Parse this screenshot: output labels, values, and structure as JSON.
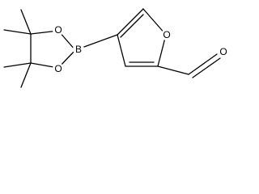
{
  "molecule": {
    "atoms": {
      "boron": "B",
      "ring_oxygen_upper": "O",
      "ring_oxygen_lower": "O",
      "furan_oxygen": "O",
      "aldehyde_oxygen": "O"
    }
  },
  "colors": {
    "bond": "#000000",
    "label": "#000000",
    "background": "#ffffff"
  }
}
